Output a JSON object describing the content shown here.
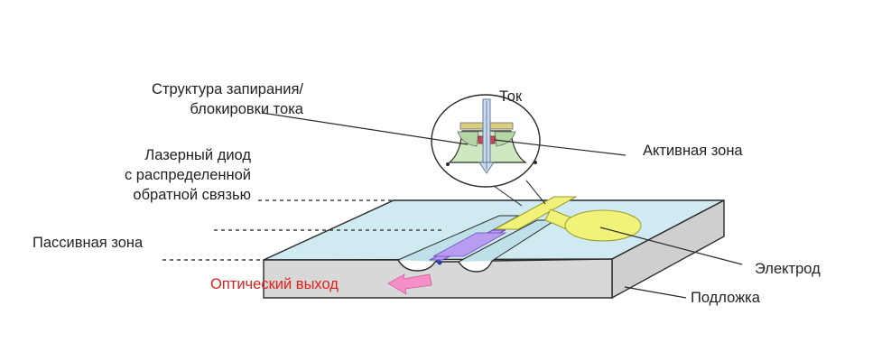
{
  "labels": {
    "blocking_line1": "Структура запирания/",
    "blocking_line2": "блокировки тока",
    "current": "Ток",
    "active_zone": "Активная зона",
    "dfb_line1": "Лазерный диод",
    "dfb_line2": "с распределенной",
    "dfb_line3": "обратной связью",
    "passive_zone": "Пассивная зона",
    "electrode": "Электрод",
    "optical_output": "Оптический выход",
    "substrate": "Подложка"
  },
  "colors": {
    "text": "#222222",
    "output_text": "#e0201b",
    "substrate_top": "#cfeaf0",
    "substrate_side": "#d4d4d4",
    "electrode": "#f1f27a",
    "waveguide": "#b79cf0",
    "output_arrow": "#f48fc8",
    "current_arrow": "#c9d9ee",
    "active_region": "#c24a5a",
    "cladding": "#cfe8c2",
    "outline": "#2a2a2a"
  },
  "icons": {
    "current_arrow": "double-arrow-down-icon",
    "output_arrow": "arrow-left-icon"
  }
}
